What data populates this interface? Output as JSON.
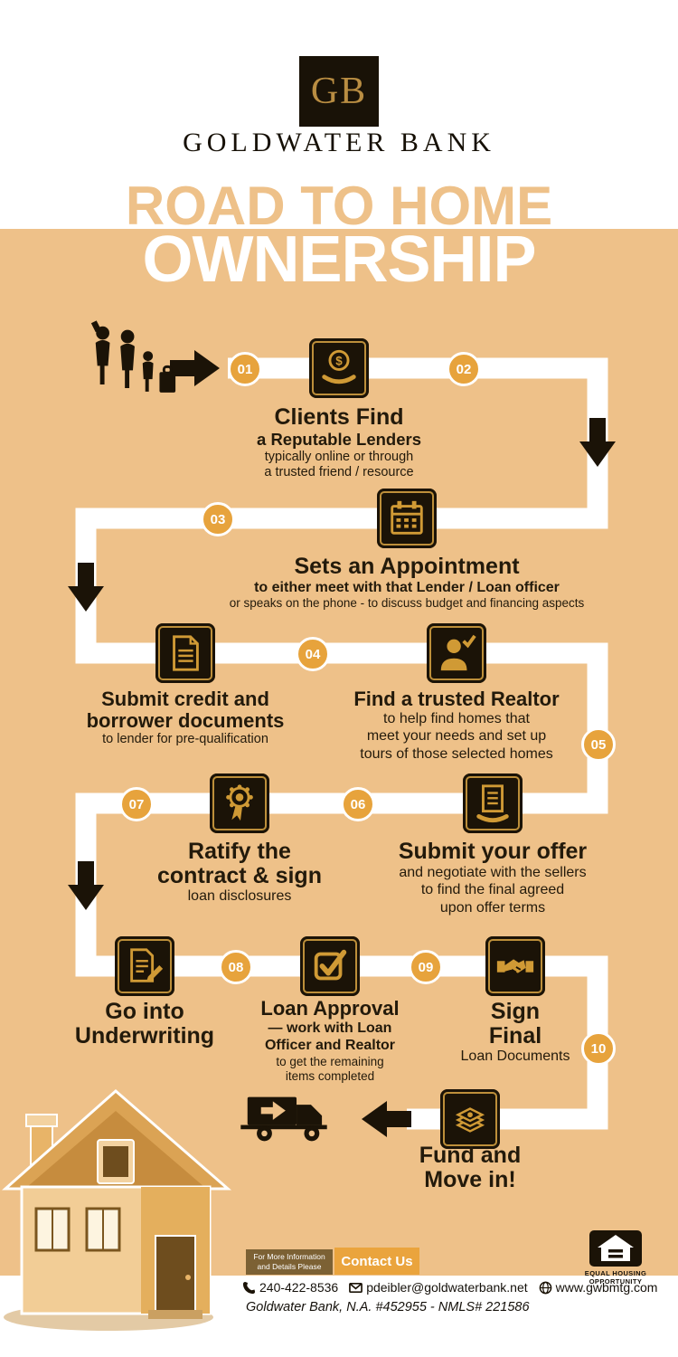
{
  "colors": {
    "background_tan": "#eec189",
    "dark_brown": "#1b1307",
    "accent_gold": "#e7a33c",
    "icon_gold": "#d09a35",
    "road_white": "#ffffff",
    "text_dark": "#231a0b"
  },
  "header": {
    "monogram": "GB",
    "brand": "GOLDWATER BANK",
    "title_line1": "ROAD TO HOME",
    "title_line2": "OWNERSHIP"
  },
  "badges": {
    "b01": "01",
    "b02": "02",
    "b03": "03",
    "b04": "04",
    "b05": "05",
    "b06": "06",
    "b07": "07",
    "b08": "08",
    "b09": "09",
    "b10": "10"
  },
  "icons": {
    "dollar": "$"
  },
  "steps": {
    "find_lender": {
      "title": "Clients Find",
      "subtitle": "a Reputable Lenders",
      "line1": "typically online or through",
      "line2": "a trusted friend / resource"
    },
    "appointment": {
      "title": "Sets an Appointment",
      "line1": "to either meet with that Lender / Loan officer",
      "line2": "or speaks on the phone -  to discuss budget and financing aspects"
    },
    "submit_documents": {
      "title1": "Submit credit and",
      "title2": "borrower documents",
      "line1": "to lender for pre-qualification"
    },
    "find_realtor": {
      "title": "Find a trusted Realtor",
      "line1": "to help find homes that",
      "line2": "meet your needs and set up",
      "line3": "tours of those selected homes"
    },
    "submit_offer": {
      "title": "Submit your offer",
      "line1": "and negotiate with the sellers",
      "line2": "to find the final agreed",
      "line3": "upon offer terms"
    },
    "ratify_contract": {
      "title1": "Ratify the",
      "title2": "contract & sign",
      "line1": "loan disclosures"
    },
    "underwriting": {
      "title1": "Go into",
      "title2": "Underwriting"
    },
    "loan_approval": {
      "title": "Loan Approval",
      "line1": "— work with Loan",
      "line2": "Officer and Realtor",
      "line3": "to get the remaining",
      "line4": "items completed"
    },
    "sign_final": {
      "title1": "Sign",
      "title2": "Final",
      "line1": "Loan Documents"
    },
    "fund_move_in": {
      "title1": "Fund and",
      "title2": "Move in!"
    }
  },
  "footer": {
    "info_line1": "For More Information",
    "info_line2": "and Details Please",
    "contact_button": "Contact Us",
    "phone": "240-422-8536",
    "email": "pdeibler@goldwaterbank.net",
    "website": "www.gwbmtg.com",
    "legal": "Goldwater Bank, N.A. #452955  - NMLS# 221586",
    "eho_line1": "EQUAL HOUSING",
    "eho_line2": "OPPORTUNITY"
  }
}
